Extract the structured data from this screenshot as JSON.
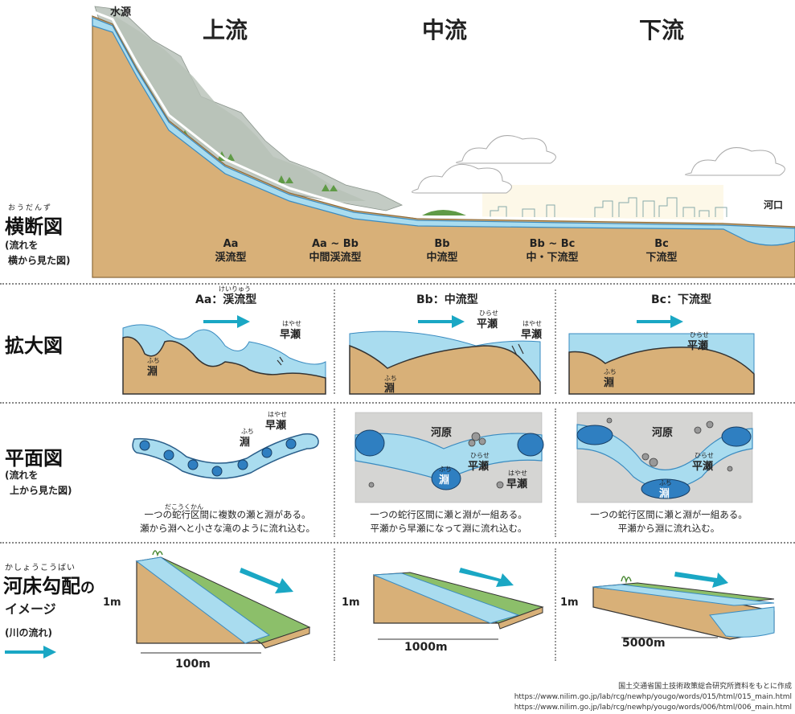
{
  "header": {
    "source_label": "水源",
    "upstream": "上流",
    "midstream": "中流",
    "downstream": "下流",
    "mouth": "河口"
  },
  "cross_section": {
    "ruby": "おうだんず",
    "title": "横断図",
    "sub1": "(流れを",
    "sub2": "横から見た図)",
    "types": [
      {
        "code": "Aa",
        "name": "渓流型"
      },
      {
        "code": "Aa ~ Bb",
        "name": "中間渓流型"
      },
      {
        "code": "Bb",
        "name": "中流型"
      },
      {
        "code": "Bb ~ Bc",
        "name": "中・下流型"
      },
      {
        "code": "Bc",
        "name": "下流型"
      }
    ]
  },
  "enlarged": {
    "title": "拡大図",
    "panel_a": {
      "ruby": "けいりゅう",
      "title": "Aa：渓流型",
      "rapid_ruby": "はやせ",
      "rapid": "早瀬",
      "pool_ruby": "ふち",
      "pool": "淵"
    },
    "panel_b": {
      "title": "Bb：中流型",
      "flat_ruby": "ひらせ",
      "flat": "平瀬",
      "rapid_ruby": "はやせ",
      "rapid": "早瀬",
      "pool_ruby": "ふち",
      "pool": "淵"
    },
    "panel_c": {
      "title": "Bc：下流型",
      "flat_ruby": "ひらせ",
      "flat": "平瀬",
      "pool_ruby": "ふち",
      "pool": "淵"
    }
  },
  "plan": {
    "title": "平面図",
    "sub1": "(流れを",
    "sub2": "上から見た図)",
    "panel_a": {
      "pool_ruby": "ふち",
      "pool": "淵",
      "rapid_ruby": "はやせ",
      "rapid": "早瀬",
      "cap_ruby": "だこうくかん",
      "cap1": "一つの蛇行区間に複数の瀬と淵がある。",
      "cap2": "瀬から淵へと小さな滝のように流れ込む。"
    },
    "panel_b": {
      "riverbed": "河原",
      "flat_ruby": "ひらせ",
      "flat": "平瀬",
      "pool_ruby": "ふち",
      "pool": "淵",
      "rapid_ruby": "はやせ",
      "rapid": "早瀬",
      "cap1": "一つの蛇行区間に瀬と淵が一組ある。",
      "cap2": "平瀬から早瀬になって淵に流れ込む。"
    },
    "panel_c": {
      "riverbed": "河原",
      "flat_ruby": "ひらせ",
      "flat": "平瀬",
      "pool_ruby": "ふち",
      "pool": "淵",
      "cap1": "一つの蛇行区間に瀬と淵が一組ある。",
      "cap2": "平瀬から淵に流れ込む。"
    }
  },
  "gradient": {
    "ruby": "かしょうこうばい",
    "title_main": "河床勾配",
    "title_no": "の",
    "title2": "イメージ",
    "legend": "(川の流れ)",
    "panel_a": {
      "height": "1m",
      "length": "100m"
    },
    "panel_b": {
      "height": "1m",
      "length": "1000m"
    },
    "panel_c": {
      "height": "1m",
      "length": "5000m"
    }
  },
  "source": {
    "line1": "国土交通省国土技術政策総合研究所資料をもとに作成",
    "line2": "https://www.nilim.go.jp/lab/rcg/newhp/yougo/words/015/html/015_main.html",
    "line3": "https://www.nilim.go.jp/lab/rcg/newhp/yougo/words/006/html/006_main.html"
  },
  "colors": {
    "soil": "#d8b078",
    "water": "#a9dcef",
    "water_edge": "#3a8bc0",
    "arrow": "#1aa7c4",
    "pool": "#2f7fc1",
    "mountain": "#c9cfc9",
    "grass": "#7bab5a",
    "gravel": "#d5d5d3"
  }
}
